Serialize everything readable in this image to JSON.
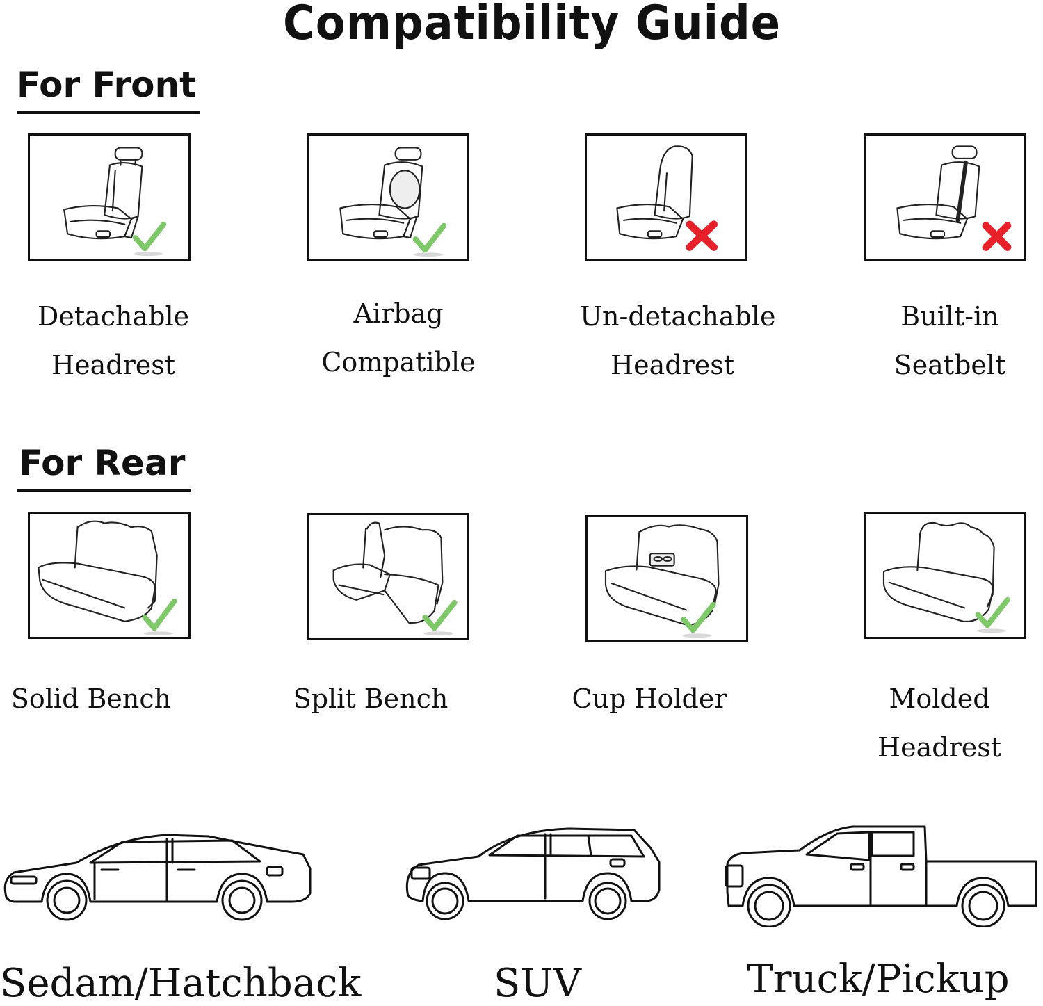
{
  "title": "Compatibility Guide",
  "front": {
    "heading": "For Front",
    "items": [
      {
        "line1": "Detachable",
        "line2": "Headrest",
        "status": "check-icon"
      },
      {
        "line1": "Airbag",
        "line2": "Compatible",
        "status": "check-icon"
      },
      {
        "line1": "Un-detachable",
        "line2": "Headrest",
        "status": "cross-icon"
      },
      {
        "line1": "Built-in",
        "line2": "Seatbelt",
        "status": "cross-icon"
      }
    ]
  },
  "rear": {
    "heading": "For Rear",
    "items": [
      {
        "line1": "Solid Bench",
        "line2": "",
        "status": "check-icon"
      },
      {
        "line1": "Split Bench",
        "line2": "",
        "status": "check-icon"
      },
      {
        "line1": "Cup Holder",
        "line2": "",
        "status": "check-icon"
      },
      {
        "line1": "Molded",
        "line2": "Headrest",
        "status": "check-icon"
      }
    ]
  },
  "vehicles": [
    {
      "label": "Sedam/Hatchback",
      "icon": "sedan-icon"
    },
    {
      "label": "SUV",
      "icon": "suv-icon"
    },
    {
      "label": "Truck/Pickup",
      "icon": "pickup-truck-icon"
    }
  ],
  "colors": {
    "check": "#7ec86a",
    "cross": "#e8202a",
    "ink": "#111111"
  }
}
